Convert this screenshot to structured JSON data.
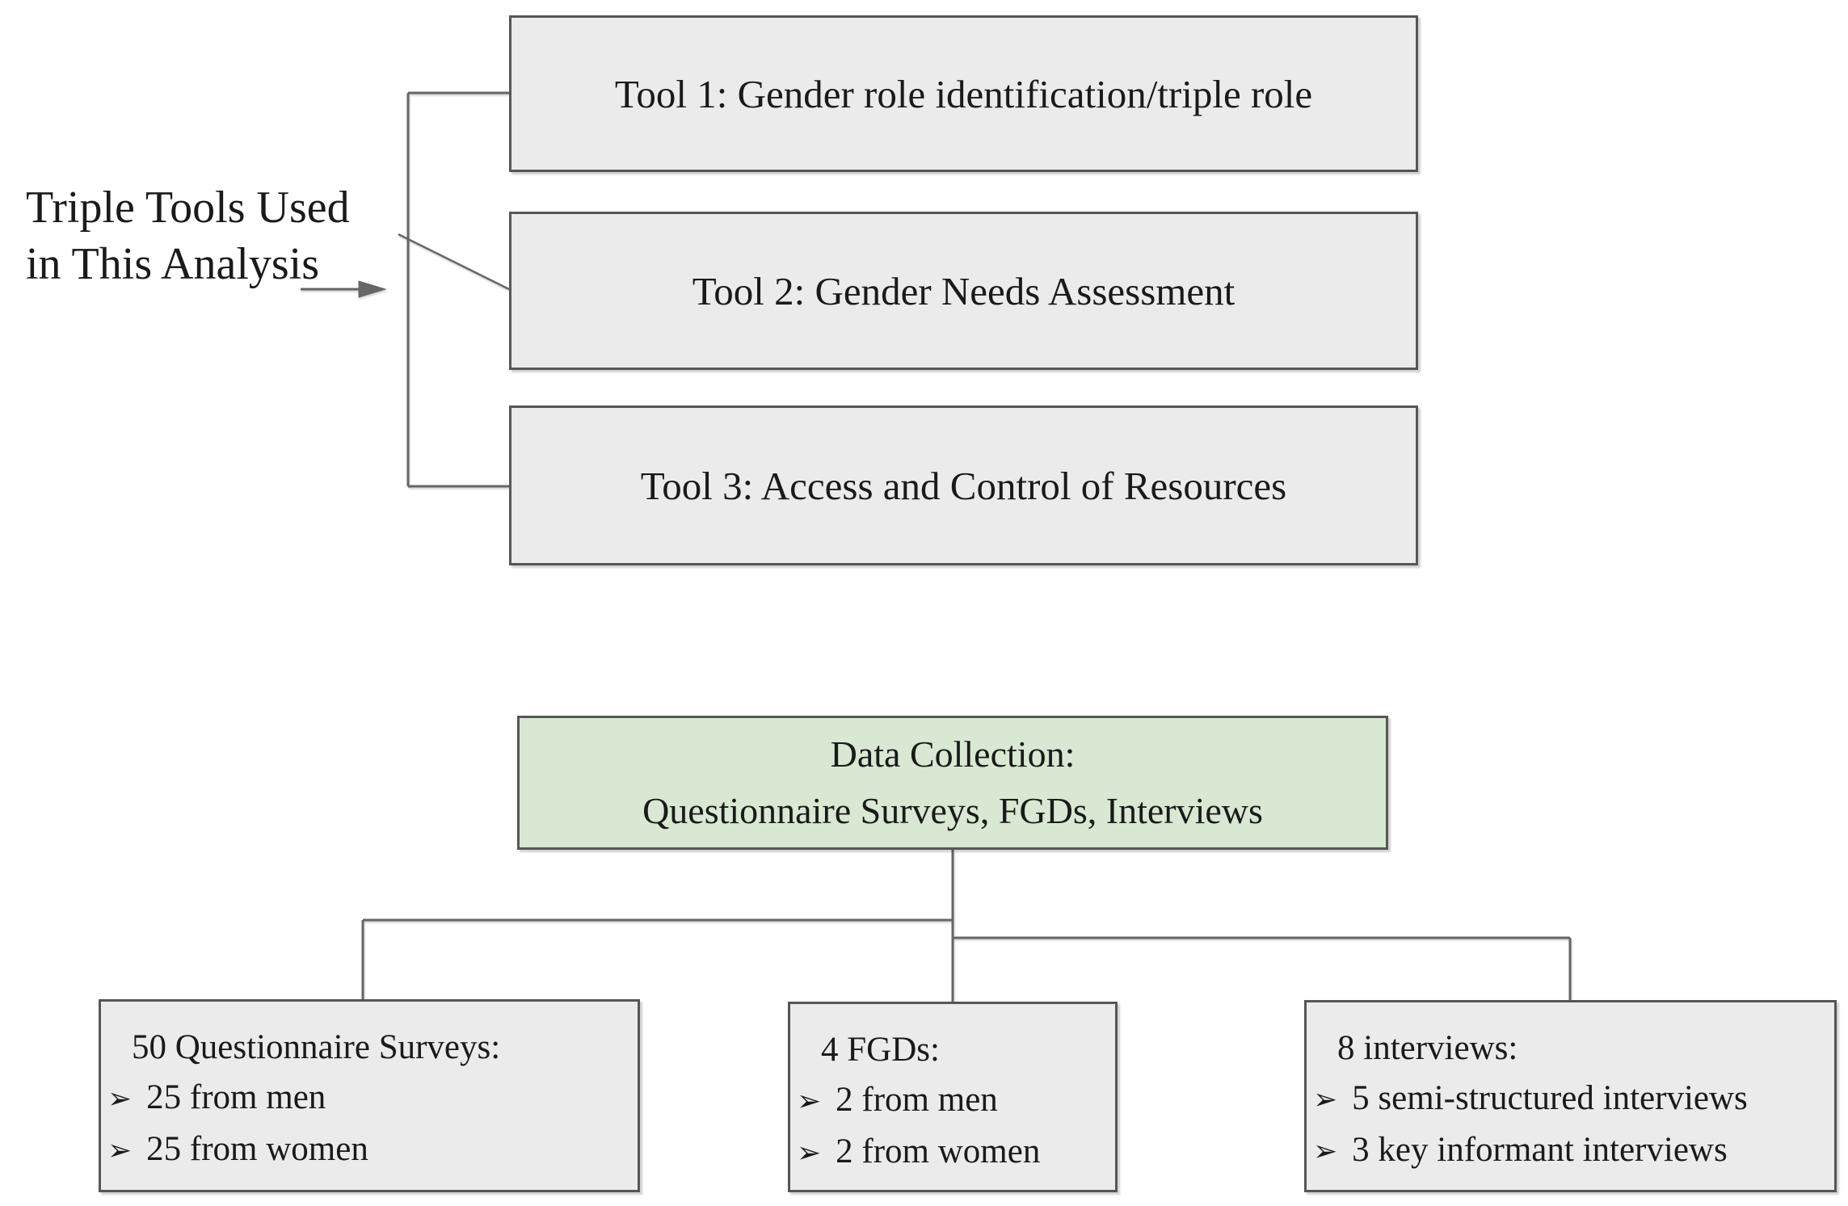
{
  "side_label": {
    "line1": "Triple Tools Used",
    "line2": "in This Analysis"
  },
  "tools": [
    {
      "title": "Tool 1: Gender role identification/triple role"
    },
    {
      "title": "Tool 2: Gender Needs Assessment"
    },
    {
      "title": "Tool 3: Access and Control of Resources"
    }
  ],
  "data_collection": {
    "line1": "Data Collection:",
    "line2": "Questionnaire Surveys, FGDs, Interviews"
  },
  "bullet": "➢",
  "methods": [
    {
      "heading": "50 Questionnaire Surveys:",
      "items": [
        "25 from men",
        "25 from women"
      ]
    },
    {
      "heading": "4 FGDs:",
      "items": [
        "2 from men",
        "2 from women"
      ]
    },
    {
      "heading": "8 interviews:",
      "items": [
        "5 semi-structured interviews",
        "3 key informant interviews"
      ]
    }
  ],
  "colors": {
    "box_fill": "#ebebeb",
    "box_border": "#565656",
    "green_fill": "#d8e8d2",
    "connector_line": "#666666",
    "text": "#1a1a1a"
  }
}
